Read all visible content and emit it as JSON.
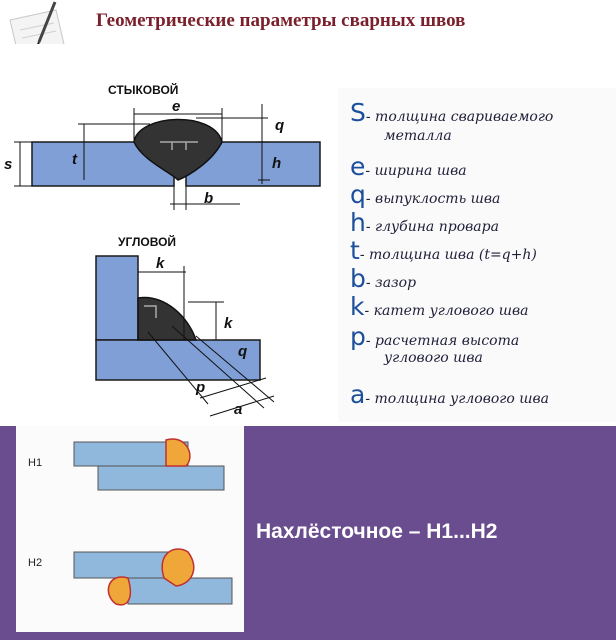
{
  "title": "Геометрические параметры  сварных швов",
  "butt": {
    "label": "СТЫКОВОЙ",
    "dims": {
      "e": "e",
      "q": "q",
      "s": "s",
      "t": "t",
      "h": "h",
      "b": "b"
    }
  },
  "fillet": {
    "label": "УГЛОВОЙ",
    "dims": {
      "k_top": "k",
      "k_right": "k",
      "q": "q",
      "p": "p",
      "a": "a"
    }
  },
  "legend": [
    {
      "symbol": "S",
      "text": "- толщина свариваемого"
    },
    {
      "symbol": "",
      "text": "металла"
    },
    {
      "symbol": "e",
      "text": "- ширина шва"
    },
    {
      "symbol": "q",
      "text": "- выпуклость шва"
    },
    {
      "symbol": "h",
      "text": "- глубина провара"
    },
    {
      "symbol": "t",
      "text": "- толщина шва (t=q+h)"
    },
    {
      "symbol": "b",
      "text": "- зазор"
    },
    {
      "symbol": "k",
      "text": "- катет углового шва"
    },
    {
      "symbol": "p",
      "text": "- расчетная высота"
    },
    {
      "symbol": "",
      "text": "углового шва"
    },
    {
      "symbol": "a",
      "text": "- толщина углового шва"
    }
  ],
  "lap": {
    "h1_label": "Н1",
    "h2_label": "Н2",
    "caption": "Нахлёсточное – Н1...Н2"
  },
  "colors": {
    "plate": "#7f9fd6",
    "weld_dark": "#2e2e2e",
    "weld_orange": "#f0a73a",
    "title": "#7a1f2b",
    "band": "#6a4d8f"
  }
}
